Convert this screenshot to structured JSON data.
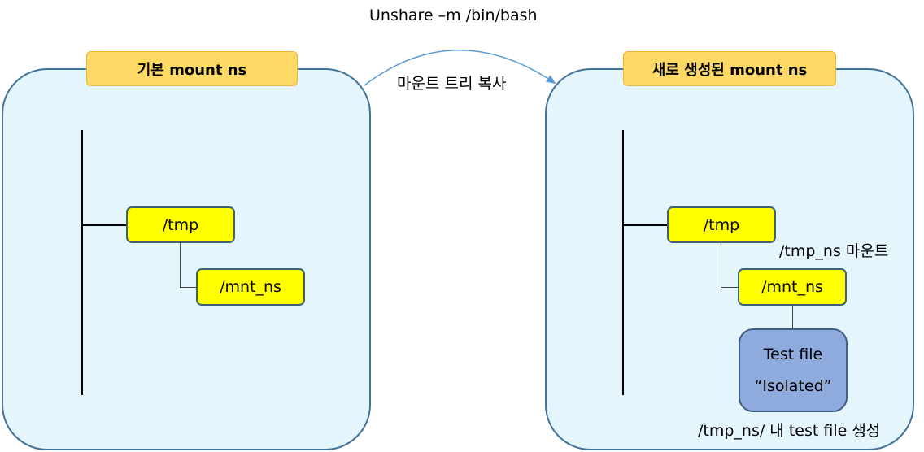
{
  "command_label": "Unshare –m /bin/bash",
  "copy_label": "마운트 트리 복사",
  "left_ns": {
    "title": "기본 mount ns",
    "dir_tmp": "/tmp",
    "dir_mnt_ns": "/mnt_ns"
  },
  "right_ns": {
    "title": "새로 생성된 mount ns",
    "dir_tmp": "/tmp",
    "dir_mnt_ns": "/mnt_ns",
    "mount_note": "/tmp_ns 마운트",
    "file_line1": "Test file",
    "file_line2": "“Isolated”",
    "create_note": "/tmp_ns/ 내 test file 생성"
  },
  "colors": {
    "panel_fill": "#e4f5fb",
    "panel_border": "#41729a",
    "title_fill": "#ffd966",
    "dir_fill": "#ffff00",
    "file_fill": "#8faadc",
    "arrow": "#5b9bd5"
  }
}
